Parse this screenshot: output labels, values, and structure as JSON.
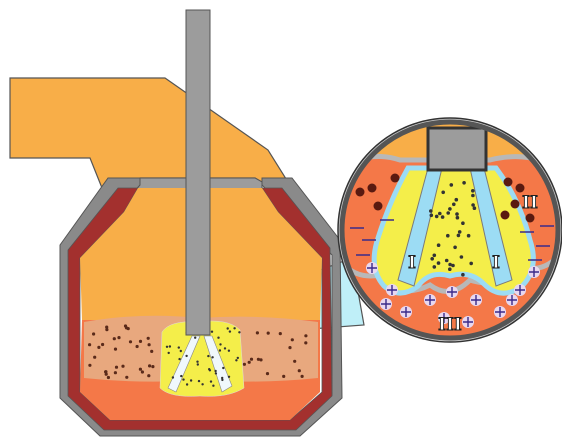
{
  "zone_labels": {
    "zone_i_left": "I",
    "zone_i_right": "I",
    "zone_ii": "II",
    "zone_iii": "III"
  },
  "colors": {
    "hood": "#F8AE48",
    "lance": "#9C9C9C",
    "lining": "#A3302E",
    "shell": "#8A8A8A",
    "molten": "#F47848",
    "jet_zone": "#F4EE4A",
    "cavity": "#9CDCF4",
    "slag_foam": "#E8B090",
    "magnifier_beam": "#BFEFF8"
  },
  "icons": [
    "converter-vessel",
    "oxygen-lance",
    "magnifier-circle"
  ]
}
